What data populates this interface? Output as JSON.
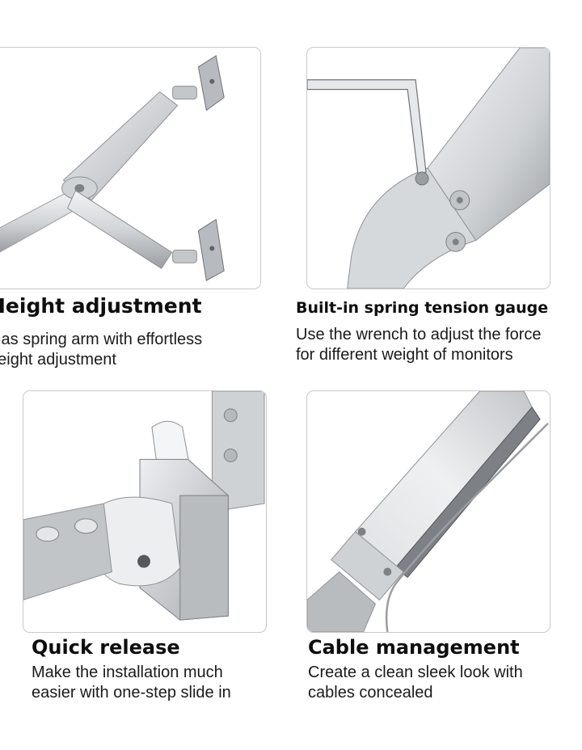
{
  "features": [
    {
      "title": "Height adjustment",
      "lines": [
        "Gas spring arm with effortless",
        "height adjustment"
      ],
      "illustration_icon": "dual-arm-height-icon"
    },
    {
      "title": "Built-in spring tension gauge",
      "lines": [
        "Use the wrench to adjust the force",
        "for different weight of monitors"
      ],
      "illustration_icon": "hex-wrench-icon"
    },
    {
      "title": "Quick release",
      "lines": [
        "Make the installation much",
        "easier with one-step slide in"
      ],
      "illustration_icon": "vesa-quick-release-icon"
    },
    {
      "title": "Cable management",
      "lines": [
        "Create a clean sleek look with",
        "cables concealed"
      ],
      "illustration_icon": "cable-channel-icon"
    }
  ],
  "colors": {
    "metal_light": "#e4e6e8",
    "metal_mid": "#c4c7ca",
    "metal_dark": "#8e9195",
    "frame_border": "#c9c9c9",
    "text": "#111111"
  }
}
